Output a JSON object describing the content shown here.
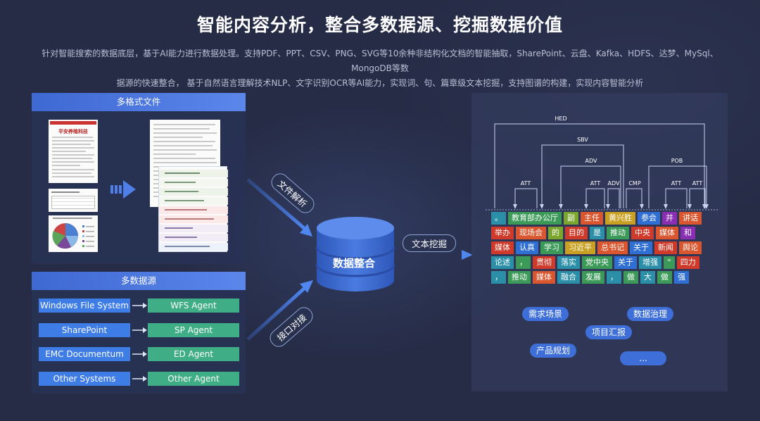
{
  "header": {
    "title": "智能内容分析，整合多数据源、挖掘数据价值",
    "description_line1": "针对智能搜索的数据底层，基于AI能力进行数据处理。支持PDF、PPT、CSV、PNG、SVG等10余种非结构化文档的智能抽取，SharePoint、云盘、Kafka、HDFS、达梦、MySql、MongoDB等数",
    "description_line2": "据源的快速整合， 基于自然语言理解技术NLP、文字识别OCR等AI能力，实现词、句、篇章级文本挖掘，支持图谱的构建，实现内容智能分析"
  },
  "files_panel": {
    "title": "多格式文件",
    "report_heading": "平安养殖科技"
  },
  "sources_panel": {
    "title": "多数据源",
    "rows": [
      {
        "source": "Windows File System",
        "agent": "WFS Agent"
      },
      {
        "source": "SharePoint",
        "agent": "SP Agent"
      },
      {
        "source": "EMC Documentum",
        "agent": "ED Agent"
      },
      {
        "source": "Other Systems",
        "agent": "Other Agent"
      }
    ]
  },
  "center": {
    "parse_label": "文件解析",
    "connect_label": "接口对接",
    "db_label": "数据整合",
    "mining_label": "文本挖掘"
  },
  "dependency": {
    "labels": [
      "HED",
      "SBV",
      "ADV",
      "ATT",
      "ATT",
      "ADV",
      "CMP",
      "POB",
      "ATT",
      "ATT"
    ]
  },
  "word_rows": [
    [
      {
        "t": "。",
        "c": "#2b8fa8"
      },
      {
        "t": "教育部办公厅",
        "c": "#3c9a58"
      },
      {
        "t": "副",
        "c": "#7aa62e"
      },
      {
        "t": "主任",
        "c": "#d9562e"
      },
      {
        "t": "黄兴胜",
        "c": "#c9a021"
      },
      {
        "t": "参会",
        "c": "#2f6fd4"
      },
      {
        "t": "并",
        "c": "#8a2fb3"
      },
      {
        "t": "讲话",
        "c": "#d9562e"
      }
    ],
    [
      {
        "t": "举办",
        "c": "#cf3a2a"
      },
      {
        "t": "现场会",
        "c": "#d9562e"
      },
      {
        "t": "的",
        "c": "#7aa62e"
      },
      {
        "t": "目的",
        "c": "#cf3a2a"
      },
      {
        "t": "是",
        "c": "#2b8fa8"
      },
      {
        "t": "推动",
        "c": "#3c9a58"
      },
      {
        "t": "中央",
        "c": "#cf3a2a"
      },
      {
        "t": "媒体",
        "c": "#d9562e"
      },
      {
        "t": "和",
        "c": "#8a2fb3"
      }
    ],
    [
      {
        "t": "媒体",
        "c": "#cf3a2a"
      },
      {
        "t": "认真",
        "c": "#2f6fd4"
      },
      {
        "t": "学习",
        "c": "#3c9a58"
      },
      {
        "t": "习近平",
        "c": "#c9a021"
      },
      {
        "t": "总书记",
        "c": "#d9562e"
      },
      {
        "t": "关于",
        "c": "#2f6fd4"
      },
      {
        "t": "新闻",
        "c": "#cf3a2a"
      },
      {
        "t": "舆论",
        "c": "#d9562e"
      }
    ],
    [
      {
        "t": "论述",
        "c": "#2b8fa8"
      },
      {
        "t": "，",
        "c": "#3c9a58"
      },
      {
        "t": "贯彻",
        "c": "#cf3a2a"
      },
      {
        "t": "落实",
        "c": "#2b8fa8"
      },
      {
        "t": "党中央",
        "c": "#3c9a58"
      },
      {
        "t": "关于",
        "c": "#2f6fd4"
      },
      {
        "t": "增强",
        "c": "#2b8fa8"
      },
      {
        "t": "“",
        "c": "#3c9a58"
      },
      {
        "t": "四力",
        "c": "#cf3a2a"
      }
    ],
    [
      {
        "t": "，",
        "c": "#2b8fa8"
      },
      {
        "t": "推动",
        "c": "#3c9a58"
      },
      {
        "t": "媒体",
        "c": "#d9562e"
      },
      {
        "t": "融合",
        "c": "#2b8fa8"
      },
      {
        "t": "发展",
        "c": "#3c9a58"
      },
      {
        "t": "，",
        "c": "#2b8fa8"
      },
      {
        "t": "做",
        "c": "#3c9a58"
      },
      {
        "t": "大",
        "c": "#2b8fa8"
      },
      {
        "t": "做",
        "c": "#3c9a58"
      },
      {
        "t": "强",
        "c": "#2f6fd4"
      }
    ]
  ],
  "tags": {
    "demand": "需求场景",
    "governance": "数据治理",
    "report": "项目汇报",
    "planning": "产品规划",
    "more": "..."
  },
  "colors": {
    "panel_head": "#4a76de",
    "source_blue": "#3e7ce6",
    "agent_green": "#3fae86",
    "db_blue": "#3f6ed2",
    "tag_pill": "#3e6fd8"
  }
}
